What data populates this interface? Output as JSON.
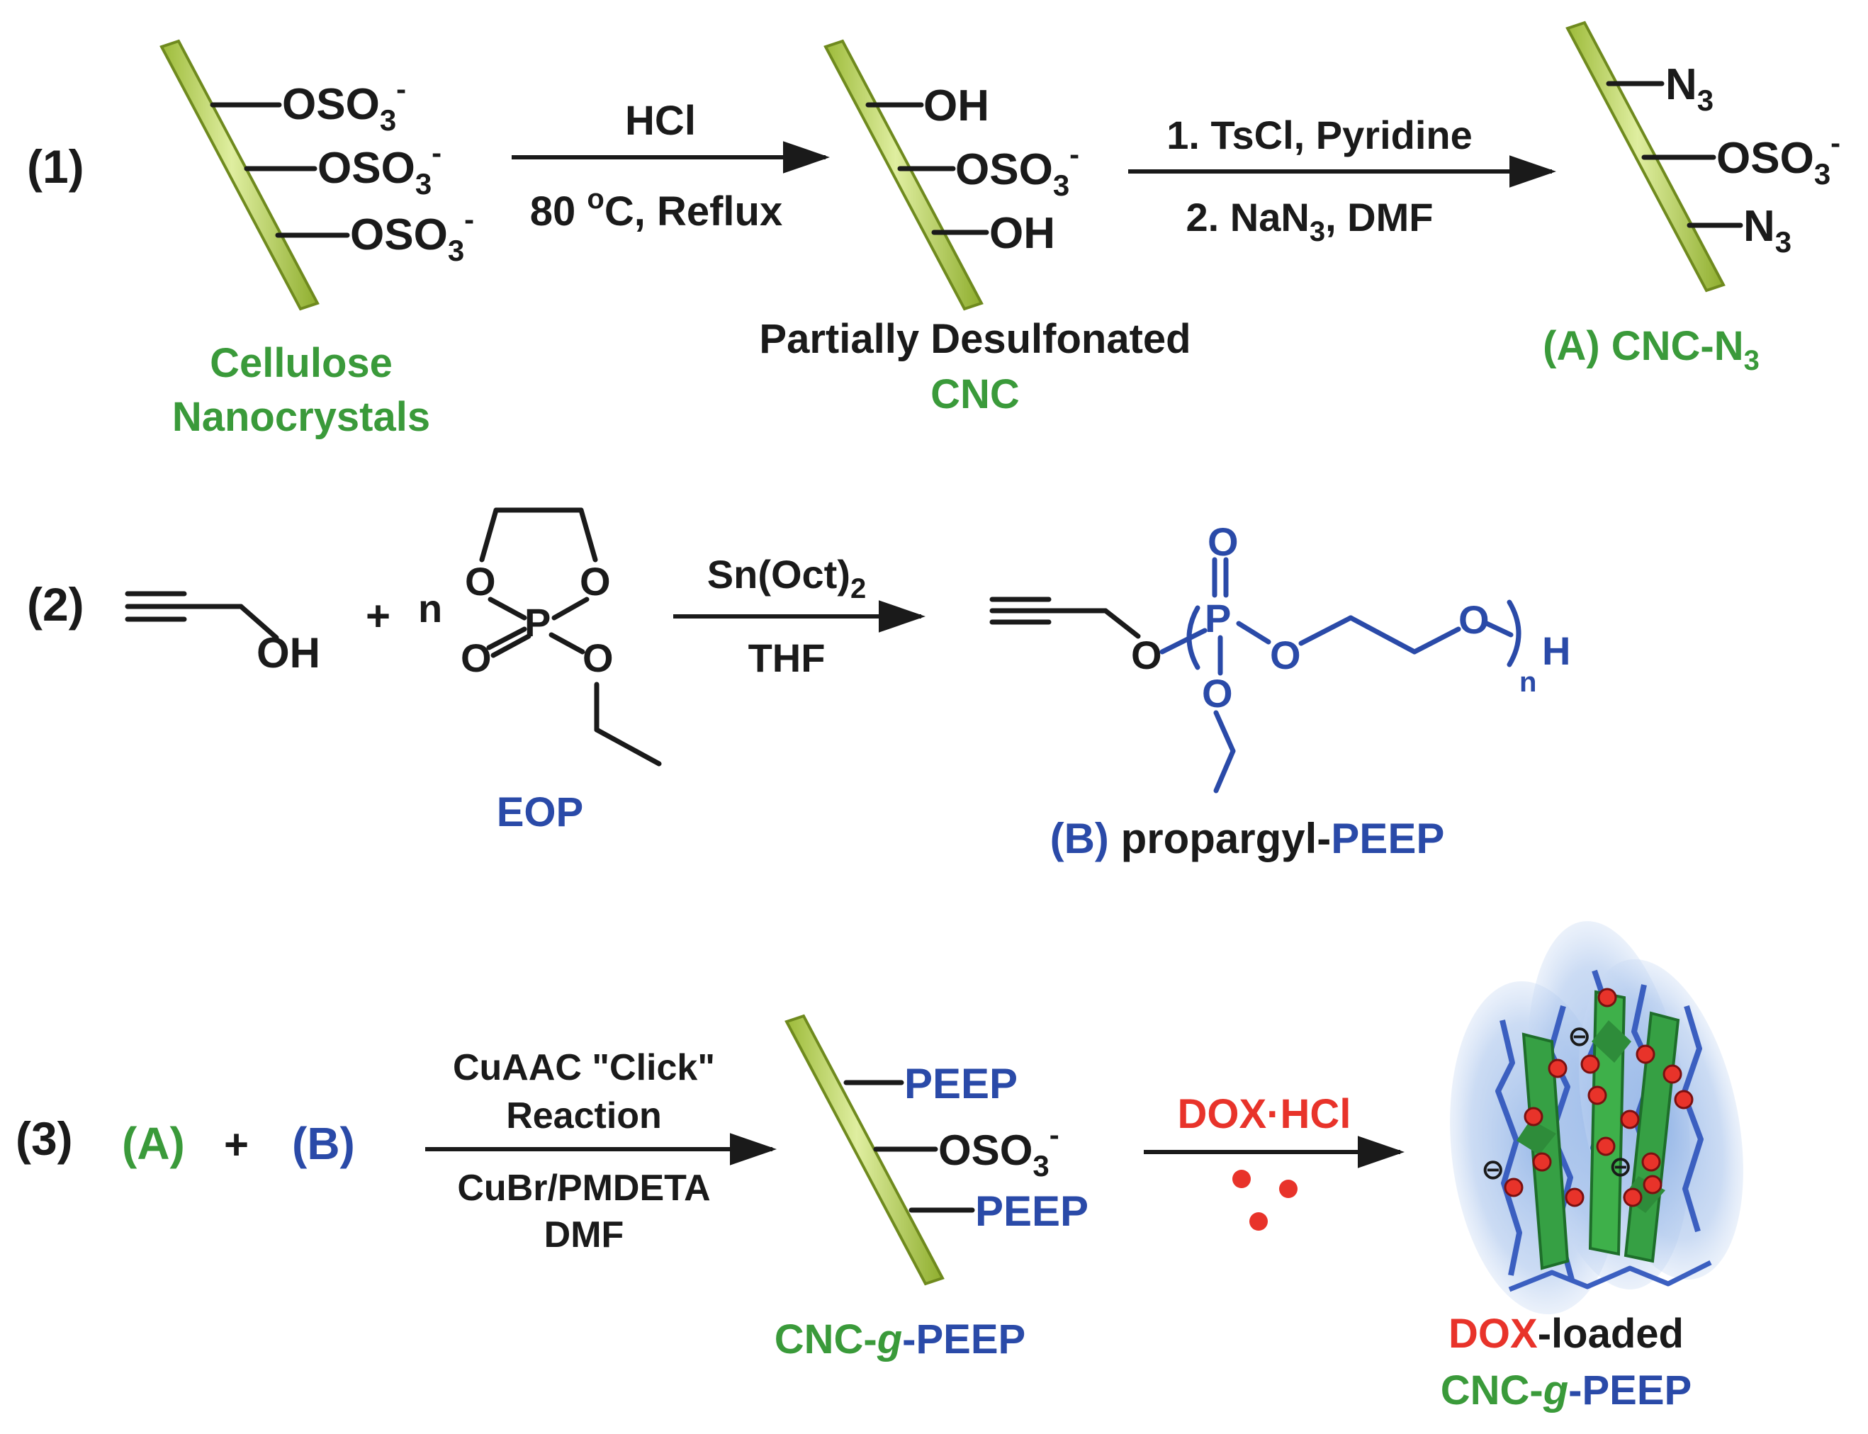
{
  "colors": {
    "green": "#3a9a3a",
    "blue": "#2a4aa8",
    "red": "#e8332a",
    "rod_fill": "#c5db6e",
    "rod_stroke": "#6f8a1e"
  },
  "step1": {
    "label": "(1)",
    "reactant_groups": [
      "OSO",
      "OSO",
      "OSO"
    ],
    "reactant_sub": "3",
    "reactant_sup": "-",
    "reactant_name_line1": "Cellulose",
    "reactant_name_line2": "Nanocrystals",
    "arrow1_top": "HCl",
    "arrow1_bottom_pre": "80 ",
    "arrow1_bottom_sup": "o",
    "arrow1_bottom_post": "C, Reflux",
    "intermediate_groups": [
      "OH",
      "OSO",
      "OH"
    ],
    "intermediate_name_line1": "Partially Desulfonated",
    "intermediate_name_line2": "CNC",
    "arrow2_top": "1. TsCl, Pyridine",
    "arrow2_bottom_pre": "2. NaN",
    "arrow2_bottom_sub": "3",
    "arrow2_bottom_post": ", DMF",
    "product_groups": [
      "N",
      "OSO",
      "N"
    ],
    "product_label_prefix": "(A) CNC-N",
    "product_label_sub": "3"
  },
  "step2": {
    "label": "(2)",
    "oh": "OH",
    "plus": "+",
    "n": "n",
    "eop_atoms": {
      "o": "O",
      "p": "P"
    },
    "eop_name": "EOP",
    "arrow_top_pre": "Sn(Oct)",
    "arrow_top_sub": "2",
    "arrow_bottom": "THF",
    "product_atoms": {
      "o": "O",
      "p": "P",
      "h": "H",
      "n": "n"
    },
    "product_label_b": "(B)",
    "product_label_mid": " propargyl-",
    "product_label_peep": "PEEP"
  },
  "step3": {
    "label": "(3)",
    "a": "(A)",
    "plus": "+",
    "b": "(B)",
    "arrow1_lines": [
      "CuAAC \"Click\"",
      "Reaction"
    ],
    "arrow1_below": [
      "CuBr/PMDETA",
      "DMF"
    ],
    "rod_groups": [
      "PEEP",
      "OSO",
      "PEEP"
    ],
    "rod_name_cnc": "CNC-",
    "rod_name_g": "g",
    "rod_name_peep": "-PEEP",
    "arrow2_top": "DOX·HCl",
    "final_name_dox": "DOX",
    "final_name_loaded": "-loaded",
    "final_name_cnc": "CNC-",
    "final_name_g": "g",
    "final_name_peep": "-PEEP",
    "charge_symbol": "⊖"
  }
}
